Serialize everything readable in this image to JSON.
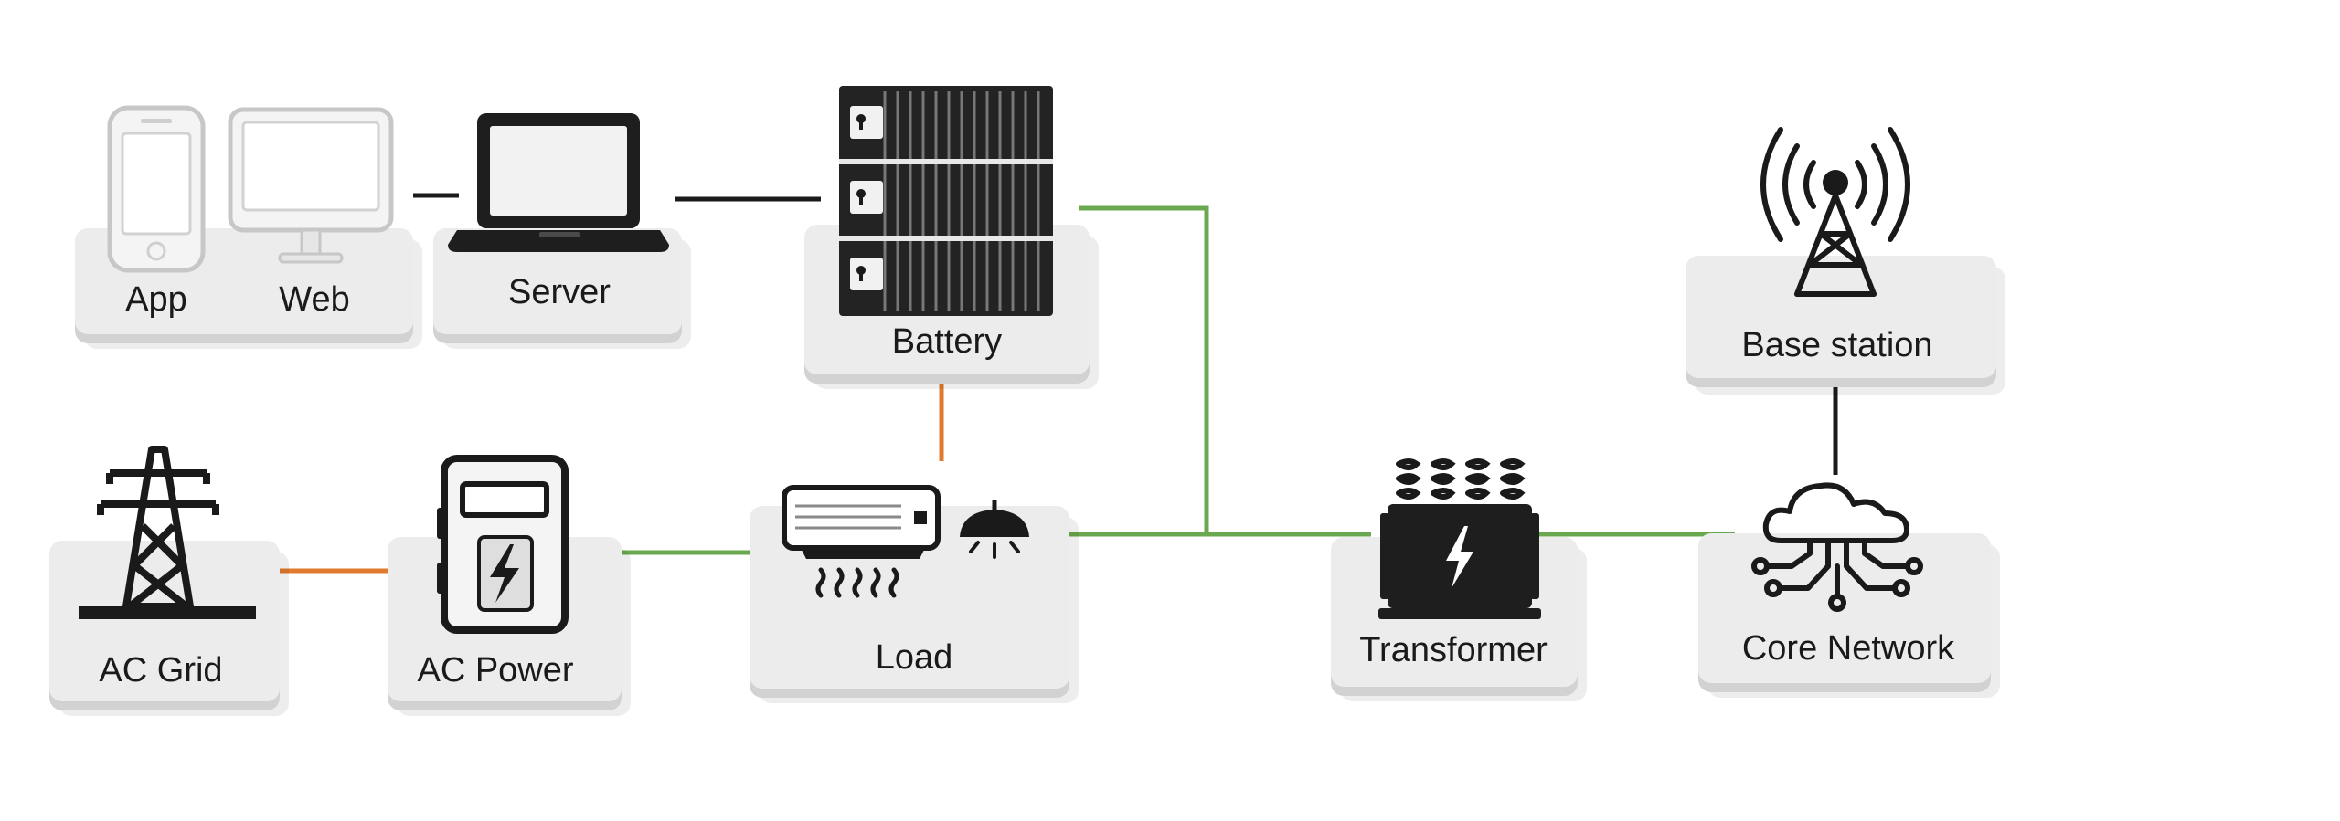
{
  "nodes": {
    "app": {
      "label": "App",
      "icon": "smartphone-icon"
    },
    "web": {
      "label": "Web",
      "icon": "monitor-icon"
    },
    "server": {
      "label": "Server",
      "icon": "laptop-icon"
    },
    "battery": {
      "label": "Battery",
      "icon": "battery-rack-icon"
    },
    "base_station": {
      "label": "Base station",
      "icon": "antenna-tower-icon"
    },
    "ac_grid": {
      "label": "AC Grid",
      "icon": "power-pylon-icon"
    },
    "ac_power": {
      "label": "AC Power",
      "icon": "power-cabinet-icon"
    },
    "load": {
      "label": "Load",
      "icon": "air-conditioner-and-lamp-icon"
    },
    "transformer": {
      "label": "Transformer",
      "icon": "transformer-icon"
    },
    "core_network": {
      "label": "Core Network",
      "icon": "cloud-network-icon"
    }
  },
  "connection_colors": {
    "data": "#1a1a1a",
    "ac_supply": "#e07a2e",
    "dc_supply": "#6aa84f"
  }
}
